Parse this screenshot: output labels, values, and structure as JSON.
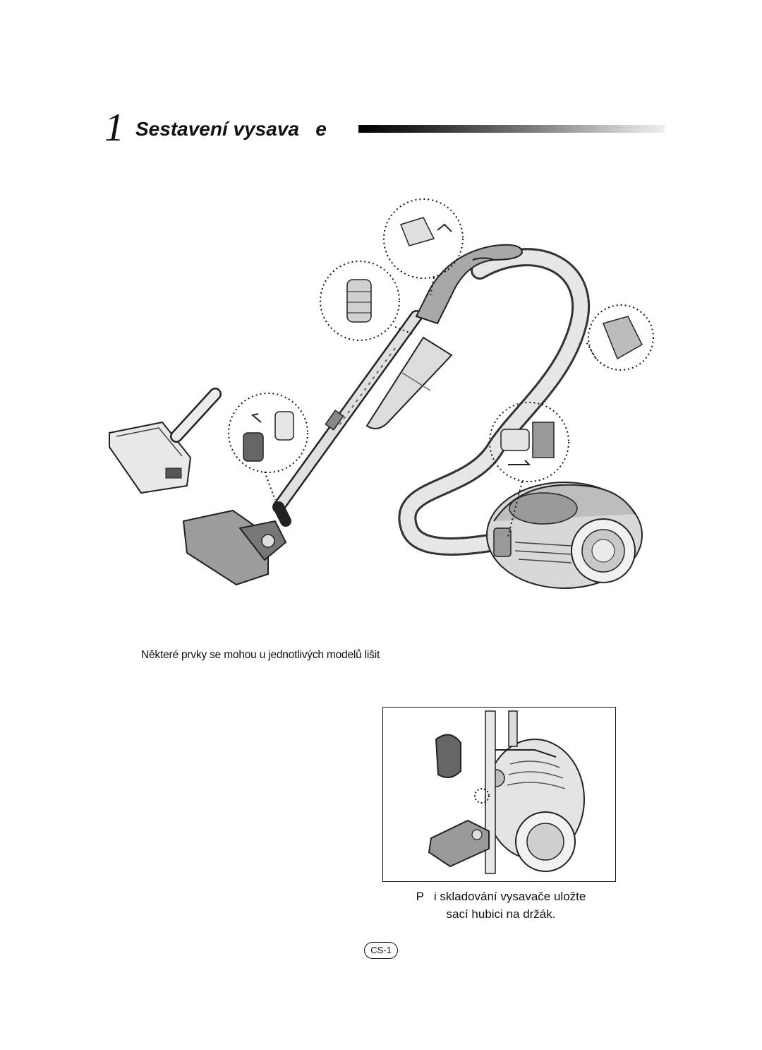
{
  "header": {
    "section_number": "1",
    "section_title": "Sestavení vysava   e"
  },
  "figure_main": {
    "note": "Některé prvky se mohou u jednotlivých modelů lišit"
  },
  "figure_storage": {
    "caption_line1": "P   i skladování vysavače uložte",
    "caption_line2": "sací hubici na držák."
  },
  "footer": {
    "page_label": "CS-1"
  }
}
